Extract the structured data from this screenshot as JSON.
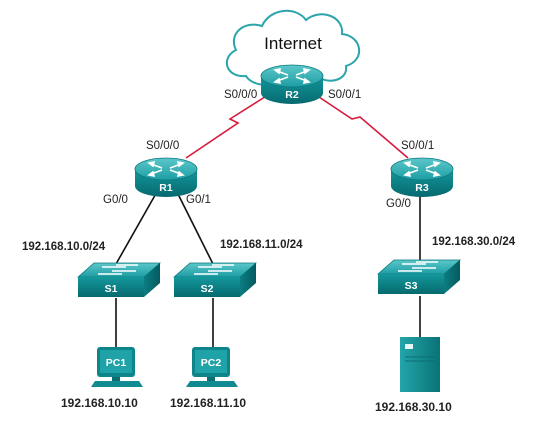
{
  "cloud": {
    "label": "Internet"
  },
  "routers": {
    "r2": {
      "name": "R2"
    },
    "r1": {
      "name": "R1"
    },
    "r3": {
      "name": "R3"
    }
  },
  "switches": {
    "s1": {
      "name": "S1"
    },
    "s2": {
      "name": "S2"
    },
    "s3": {
      "name": "S3"
    }
  },
  "pcs": {
    "pc1": {
      "name": "PC1",
      "ip": "192.168.10.10"
    },
    "pc2": {
      "name": "PC2",
      "ip": "192.168.11.10"
    }
  },
  "server": {
    "ip": "192.168.30.10",
    "icon": "server-icon"
  },
  "interfaces": {
    "r2_left": "S0/0/0",
    "r2_right": "S0/0/1",
    "r1_serial": "S0/0/0",
    "r3_serial": "S0/0/1",
    "r1_g00": "G0/0",
    "r1_g01": "G0/1",
    "r3_g00": "G0/0"
  },
  "networks": {
    "lan1": "192.168.10.0/24",
    "lan2": "192.168.11.0/24",
    "lan3": "192.168.30.0/24"
  },
  "colors": {
    "device_teal": "#0f8b91",
    "device_dark": "#076a6f",
    "device_light": "#3fb7bb",
    "serial_link": "#d81b3c",
    "cloud_stroke": "#2aa5ab"
  }
}
